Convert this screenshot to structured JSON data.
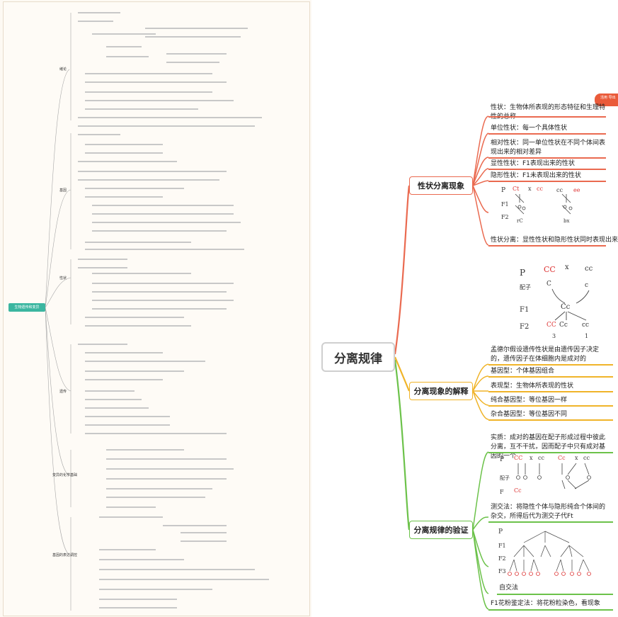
{
  "colors": {
    "red_branch": "#ea6a50",
    "orange_branch": "#f0b429",
    "green_branch": "#6cc24a",
    "left_root": "#3bb6a0"
  },
  "center": {
    "title": "分离规律"
  },
  "corner_tag": {
    "text": "活用 导出"
  },
  "branches": [
    {
      "label": "性状分离现象",
      "leaves": [
        "性状：生物体所表现的形态特征和生理特性的总称",
        "单位性状：每一个具体性状",
        "相对性状：同一单位性状在不同个体间表现出来的相对差异",
        "显性性状：F1表现出来的性状",
        "隐形性状：F1未表现出来的性状",
        "性状分离：显性性状和隐形性状同时表现出来"
      ]
    },
    {
      "label": "分离现象的解释",
      "leaves": [
        "孟德尔假设遗传性状是由遗传因子决定的，遗传因子在体细胞内是成对的",
        "基因型：个体基因组合",
        "表现型：生物体所表现的性状",
        "纯合基因型：等位基因一样",
        "杂合基因型：等位基因不同"
      ]
    },
    {
      "label": "分离规律的验证",
      "leaves": [
        "实质：成对的基因在配子形成过程中彼此分离，互不干扰，因而配子中只有成对基因的一个",
        "测交法：将隐性个体与隐形纯合个体间的杂交，所得后代为测交子代Ft",
        "自交法",
        "F1花粉鉴定法：将花粉粒染色，看现象"
      ]
    }
  ],
  "sketches": {
    "s1": [
      "P",
      "F1",
      "F2",
      "Ct",
      "cc",
      "x",
      "rC",
      "bx",
      "ee"
    ],
    "s2": [
      "P",
      "配子",
      "F1",
      "F2",
      "CC",
      "x",
      "cc",
      "C",
      "c",
      "Cc",
      "3",
      "1",
      "CC",
      "Cc",
      "cc"
    ],
    "s3": [
      "P",
      "配子",
      "F",
      "CC",
      "Cc",
      "x",
      "cc"
    ],
    "s4": [
      "P",
      "F1",
      "F2",
      "F3"
    ]
  },
  "left_root": {
    "text": "生物遗传和变异"
  },
  "left_l1": [
    "绪论",
    "基因",
    "性状",
    "遗传",
    "变异的化学基础",
    "基因的表达调控"
  ]
}
